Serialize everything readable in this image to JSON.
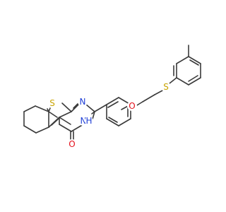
{
  "molecule": {
    "atoms": {
      "sulfur_thiophene": {
        "text": "S",
        "color": "#c9a400"
      },
      "nitrogen_ring": {
        "text": "N",
        "color": "#1f3fd6"
      },
      "nitrogen_h": {
        "text": "N",
        "color": "#1f3fd6"
      },
      "hydrogen_nh": {
        "text": "H",
        "color": "#1f3fd6"
      },
      "oxygen_carbonyl": {
        "text": "O",
        "color": "#e3101b"
      },
      "oxygen_ether": {
        "text": "O",
        "color": "#e3101b"
      },
      "sulfur_thioether": {
        "text": "S",
        "color": "#c9a400"
      }
    },
    "bond_color": "#3a3a3a"
  }
}
